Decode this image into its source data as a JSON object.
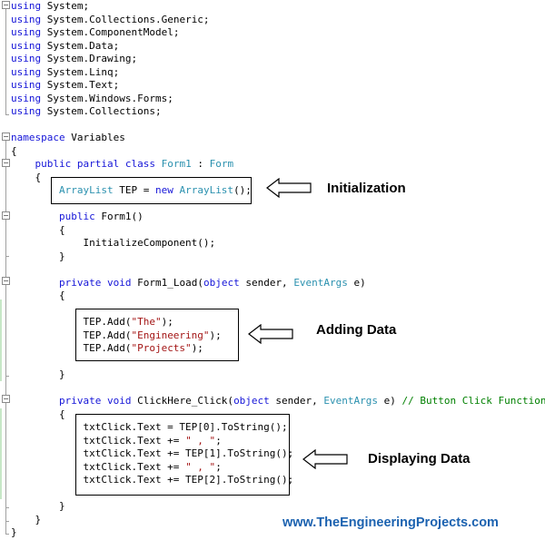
{
  "code_lines": [
    [
      {
        "c": "kw",
        "t": "using"
      },
      {
        "c": "tx",
        "t": " System;"
      }
    ],
    [
      {
        "c": "kw",
        "t": "using"
      },
      {
        "c": "tx",
        "t": " System.Collections.Generic;"
      }
    ],
    [
      {
        "c": "kw",
        "t": "using"
      },
      {
        "c": "tx",
        "t": " System.ComponentModel;"
      }
    ],
    [
      {
        "c": "kw",
        "t": "using"
      },
      {
        "c": "tx",
        "t": " System.Data;"
      }
    ],
    [
      {
        "c": "kw",
        "t": "using"
      },
      {
        "c": "tx",
        "t": " System.Drawing;"
      }
    ],
    [
      {
        "c": "kw",
        "t": "using"
      },
      {
        "c": "tx",
        "t": " System.Linq;"
      }
    ],
    [
      {
        "c": "kw",
        "t": "using"
      },
      {
        "c": "tx",
        "t": " System.Text;"
      }
    ],
    [
      {
        "c": "kw",
        "t": "using"
      },
      {
        "c": "tx",
        "t": " System.Windows.Forms;"
      }
    ],
    [
      {
        "c": "kw",
        "t": "using"
      },
      {
        "c": "tx",
        "t": " System.Collections;"
      }
    ],
    [],
    [
      {
        "c": "kw",
        "t": "namespace"
      },
      {
        "c": "tx",
        "t": " Variables"
      }
    ],
    [
      {
        "c": "tx",
        "t": "{"
      }
    ],
    [
      {
        "c": "tx",
        "t": "    "
      },
      {
        "c": "kw",
        "t": "public partial class"
      },
      {
        "c": "tx",
        "t": " "
      },
      {
        "c": "ty",
        "t": "Form1"
      },
      {
        "c": "tx",
        "t": " : "
      },
      {
        "c": "ty",
        "t": "Form"
      }
    ],
    [
      {
        "c": "tx",
        "t": "    {"
      }
    ],
    [
      {
        "c": "tx",
        "t": "        "
      },
      {
        "c": "ty",
        "t": "ArrayList"
      },
      {
        "c": "tx",
        "t": " TEP = "
      },
      {
        "c": "kw",
        "t": "new"
      },
      {
        "c": "tx",
        "t": " "
      },
      {
        "c": "ty",
        "t": "ArrayList"
      },
      {
        "c": "tx",
        "t": "();"
      }
    ],
    [],
    [
      {
        "c": "tx",
        "t": "        "
      },
      {
        "c": "kw",
        "t": "public"
      },
      {
        "c": "tx",
        "t": " Form1()"
      }
    ],
    [
      {
        "c": "tx",
        "t": "        {"
      }
    ],
    [
      {
        "c": "tx",
        "t": "            InitializeComponent();"
      }
    ],
    [
      {
        "c": "tx",
        "t": "        }"
      }
    ],
    [],
    [
      {
        "c": "tx",
        "t": "        "
      },
      {
        "c": "kw",
        "t": "private void"
      },
      {
        "c": "tx",
        "t": " Form1_Load("
      },
      {
        "c": "kw",
        "t": "object"
      },
      {
        "c": "tx",
        "t": " sender, "
      },
      {
        "c": "ty",
        "t": "EventArgs"
      },
      {
        "c": "tx",
        "t": " e)"
      }
    ],
    [
      {
        "c": "tx",
        "t": "        {"
      }
    ],
    [],
    [
      {
        "c": "tx",
        "t": "            TEP.Add("
      },
      {
        "c": "str",
        "t": "\"The\""
      },
      {
        "c": "tx",
        "t": ");"
      }
    ],
    [
      {
        "c": "tx",
        "t": "            TEP.Add("
      },
      {
        "c": "str",
        "t": "\"Engineering\""
      },
      {
        "c": "tx",
        "t": ");"
      }
    ],
    [
      {
        "c": "tx",
        "t": "            TEP.Add("
      },
      {
        "c": "str",
        "t": "\"Projects\""
      },
      {
        "c": "tx",
        "t": ");"
      }
    ],
    [],
    [
      {
        "c": "tx",
        "t": "        }"
      }
    ],
    [],
    [
      {
        "c": "tx",
        "t": "        "
      },
      {
        "c": "kw",
        "t": "private void"
      },
      {
        "c": "tx",
        "t": " ClickHere_Click("
      },
      {
        "c": "kw",
        "t": "object"
      },
      {
        "c": "tx",
        "t": " sender, "
      },
      {
        "c": "ty",
        "t": "EventArgs"
      },
      {
        "c": "tx",
        "t": " e) "
      },
      {
        "c": "cm",
        "t": "// Button Click Function"
      }
    ],
    [
      {
        "c": "tx",
        "t": "        {"
      }
    ],
    [
      {
        "c": "tx",
        "t": "            txtClick.Text = TEP[0].ToString();"
      }
    ],
    [
      {
        "c": "tx",
        "t": "            txtClick.Text += "
      },
      {
        "c": "str",
        "t": "\" , \""
      },
      {
        "c": "tx",
        "t": ";"
      }
    ],
    [
      {
        "c": "tx",
        "t": "            txtClick.Text += TEP[1].ToString();"
      }
    ],
    [
      {
        "c": "tx",
        "t": "            txtClick.Text += "
      },
      {
        "c": "str",
        "t": "\" , \""
      },
      {
        "c": "tx",
        "t": ";"
      }
    ],
    [
      {
        "c": "tx",
        "t": "            txtClick.Text += TEP[2].ToString();"
      }
    ],
    [],
    [
      {
        "c": "tx",
        "t": "        }"
      }
    ],
    [
      {
        "c": "tx",
        "t": "    }"
      }
    ],
    [
      {
        "c": "tx",
        "t": "}"
      }
    ]
  ],
  "annotations": {
    "initialization": "Initialization",
    "adding_data": "Adding Data",
    "displaying_data": "Displaying Data"
  },
  "watermark": "www.TheEngineeringProjects.com",
  "colors": {
    "keyword": "#1515d8",
    "type": "#2b91af",
    "string": "#a31515",
    "comment": "#008000",
    "watermark": "#1b62b0"
  },
  "collapse_glyph": "−"
}
